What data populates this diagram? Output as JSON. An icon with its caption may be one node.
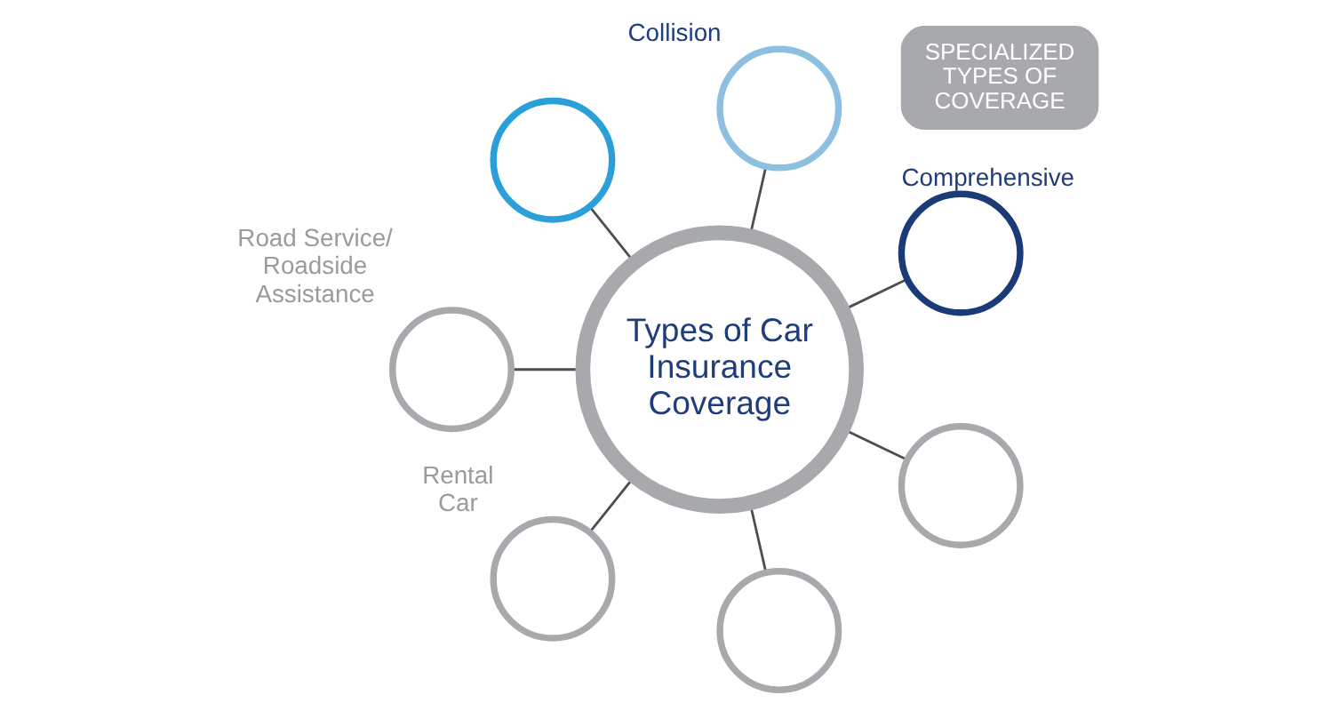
{
  "diagram": {
    "nodes": [
      {
        "text": [
          "Types of Car Insurance Coverage"
        ]
      },
      {
        "text": [],
        "shape": "circle"
      },
      {
        "text": [],
        "shape": "circle",
        "beside": [
          "Collision"
        ]
      },
      {
        "text": [],
        "shape": "circle",
        "beside": [
          "Comprehensive"
        ]
      },
      {
        "text": [],
        "shape": "circle"
      },
      {
        "text": [],
        "shape": "circle"
      },
      {
        "text": [],
        "shape": "circle",
        "beside": [
          "Rental Car"
        ]
      },
      {
        "text": [],
        "shape": "circle",
        "beside": [
          "Road Service/ Roadside Assistance"
        ]
      },
      {
        "text": [
          "SPECIALIZED TYPES OF COVERAGE"
        ]
      }
    ],
    "edges": [
      {
        "from": 0,
        "to": 1,
        "arrow": "none"
      },
      {
        "from": 0,
        "to": 2,
        "arrow": "none"
      },
      {
        "from": 0,
        "to": 3,
        "arrow": "none"
      },
      {
        "from": 0,
        "to": 4,
        "arrow": "none"
      },
      {
        "from": 0,
        "to": 5,
        "arrow": "none"
      },
      {
        "from": 0,
        "to": 6,
        "arrow": "none"
      },
      {
        "from": 0,
        "to": 7,
        "arrow": "none"
      }
    ]
  }
}
